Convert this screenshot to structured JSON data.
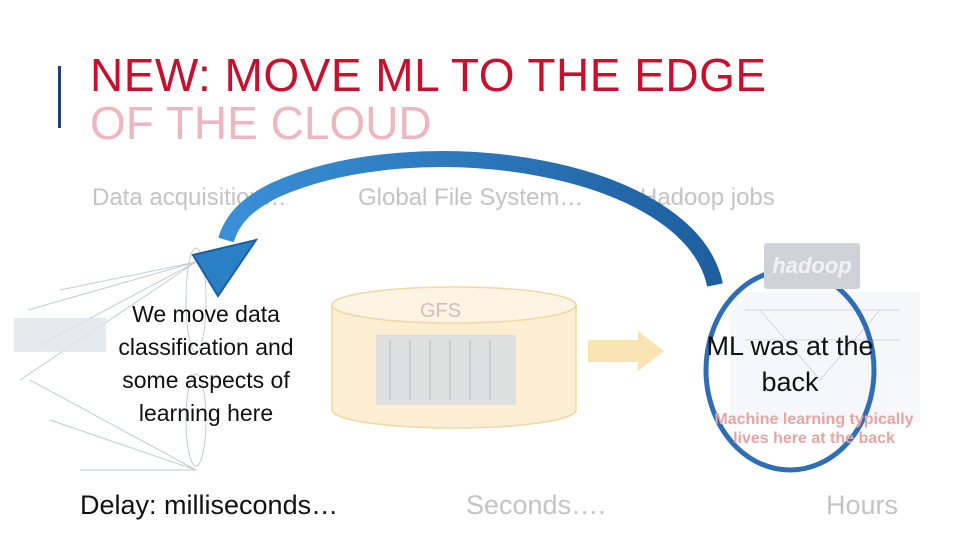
{
  "slide": {
    "title_line1": "NEW: MOVE ML TO THE EDGE",
    "title_line2": "OF THE CLOUD"
  },
  "stages": {
    "data_acquisition": "Data acquisition…",
    "global_fs": "Global File System…",
    "hadoop_jobs": "Hadoop jobs"
  },
  "edge_note": "We move data classification and some aspects of learning here",
  "gfs_label": "GFS",
  "hadoop_logo_text": "hadoop",
  "ml_back_note": "ML was at the back",
  "faded_note": "Machine learning typically lives here at the back",
  "delays": {
    "edge": "Delay: milliseconds…",
    "gfs": "Seconds….",
    "hadoop": "Hours"
  },
  "colors": {
    "title": "#c8102e",
    "arrow_blue": "#2b7fc4",
    "oval_blue": "#2f6db5",
    "cylinder_fill": "#fbeed2",
    "flow_arrow": "#f6d99a"
  }
}
